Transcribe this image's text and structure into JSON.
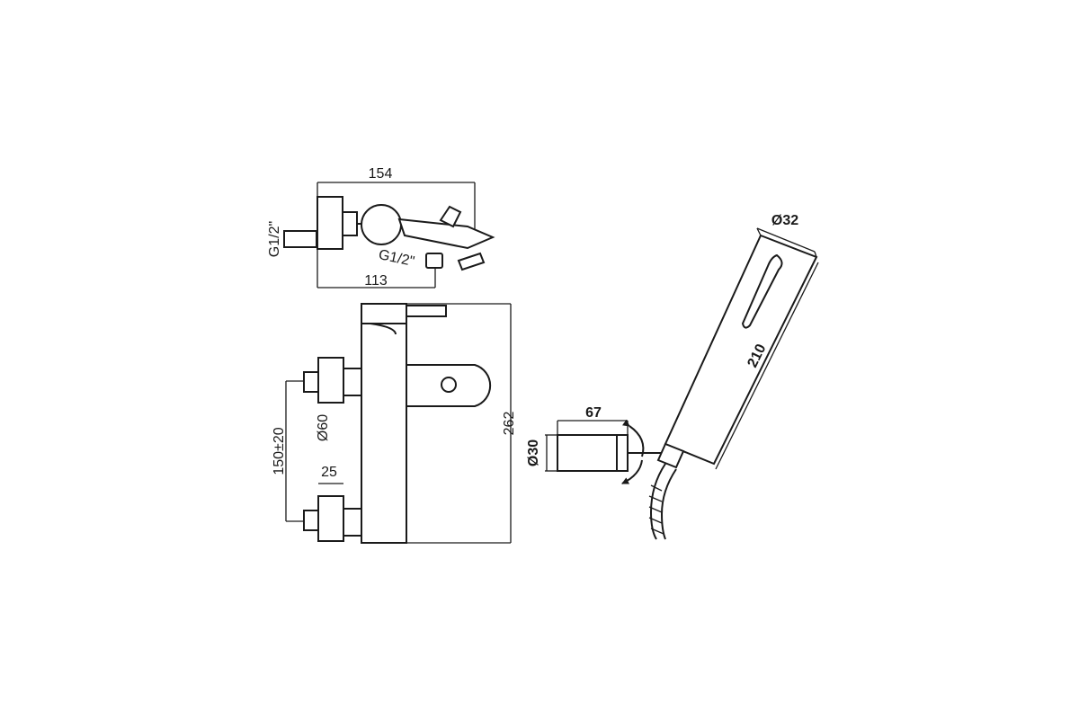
{
  "dimensions": {
    "top_width": "154",
    "top_depth": "113",
    "inlet_thread_left": "G1/2\"",
    "outlet_thread": "G1/2\"",
    "height": "262",
    "inlet_spacing": "150±20",
    "escutcheon_diameter": "Ø60",
    "escutcheon_depth": "25",
    "holder_length": "67",
    "holder_diameter": "Ø30",
    "handshower_length": "210",
    "handshower_diameter": "Ø32"
  },
  "colors": {
    "line": "#1a1a1a",
    "background": "#ffffff"
  }
}
